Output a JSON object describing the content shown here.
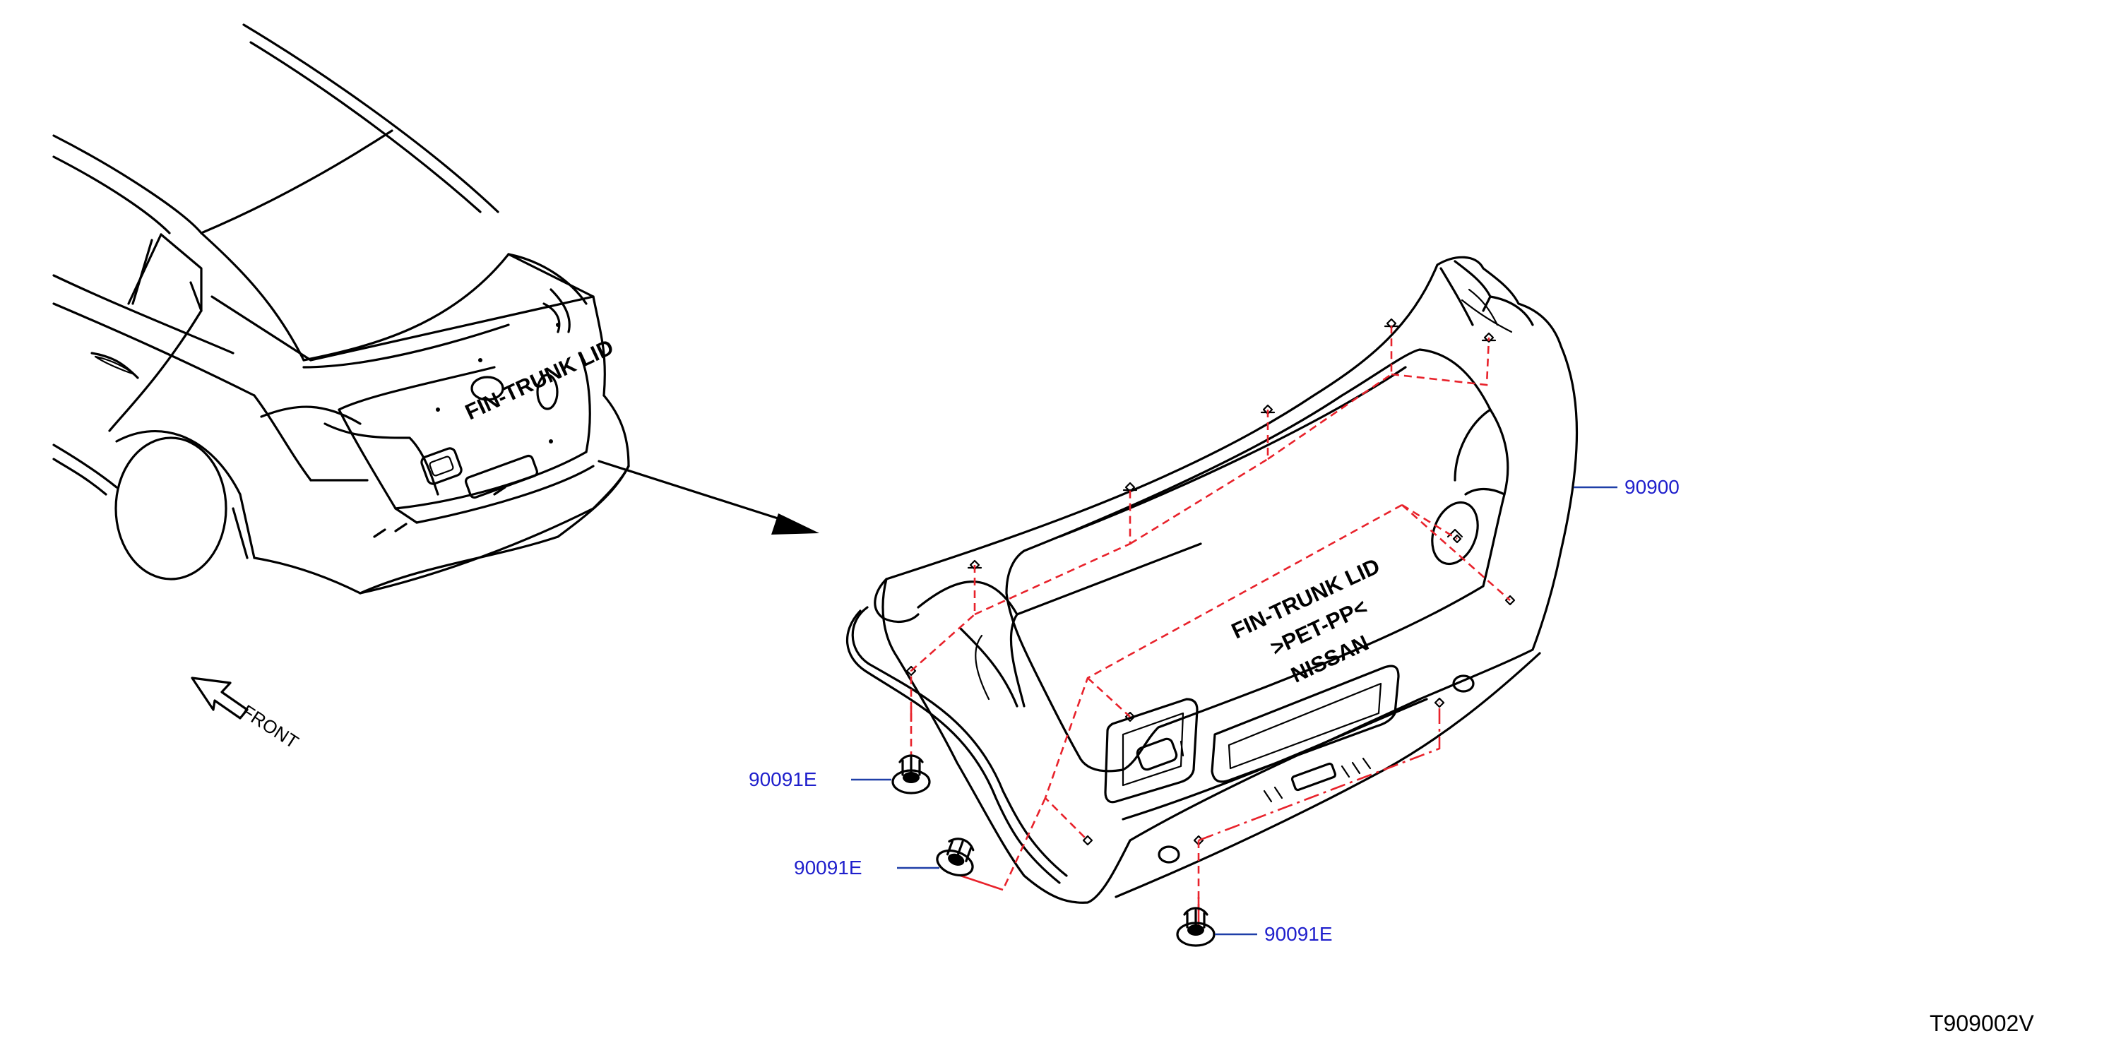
{
  "callouts": {
    "trim_panel": "90900",
    "clip_left": "90091E",
    "clip_mid": "90091E",
    "clip_bottom": "90091E"
  },
  "front_label": "FRONT",
  "panel_stamp": {
    "line1": "FIN-TRUNK LID",
    "line2": ">PET-PP<",
    "line3": "NISSAN"
  },
  "ref_code": "T909002V",
  "colors": {
    "line": "#000000",
    "fastener_path": "#e8222b",
    "callout_text": "#1f1fcc",
    "leader_line": "#1f3fa8"
  }
}
